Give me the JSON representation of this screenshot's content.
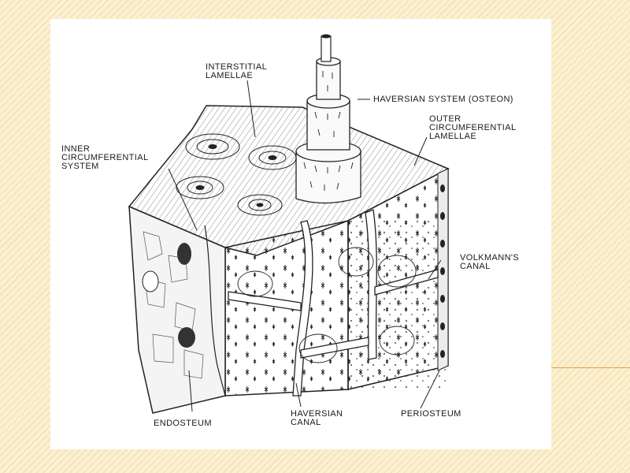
{
  "colors": {
    "background": "#fbf1d2",
    "accent_line": "#e8a13a",
    "ink": "#1a1a1a",
    "panel": "#ffffff"
  },
  "labels": {
    "interstitial_lamellae": "INTERSTITIAL\nLAMELLAE",
    "haversian_system": "HAVERSIAN SYSTEM (OSTEON)",
    "outer_circumferential": "OUTER\nCIRCUMFERENTIAL\nLAMELLAE",
    "inner_circumferential": "INNER\nCIRCUMFERENTIAL\nSYSTEM",
    "volkmanns_canal": "VOLKMANN'S\nCANAL",
    "endosteum": "ENDOSTEUM",
    "haversian_canal": "HAVERSIAN\nCANAL",
    "periosteum": "PERIOSTEUM"
  }
}
